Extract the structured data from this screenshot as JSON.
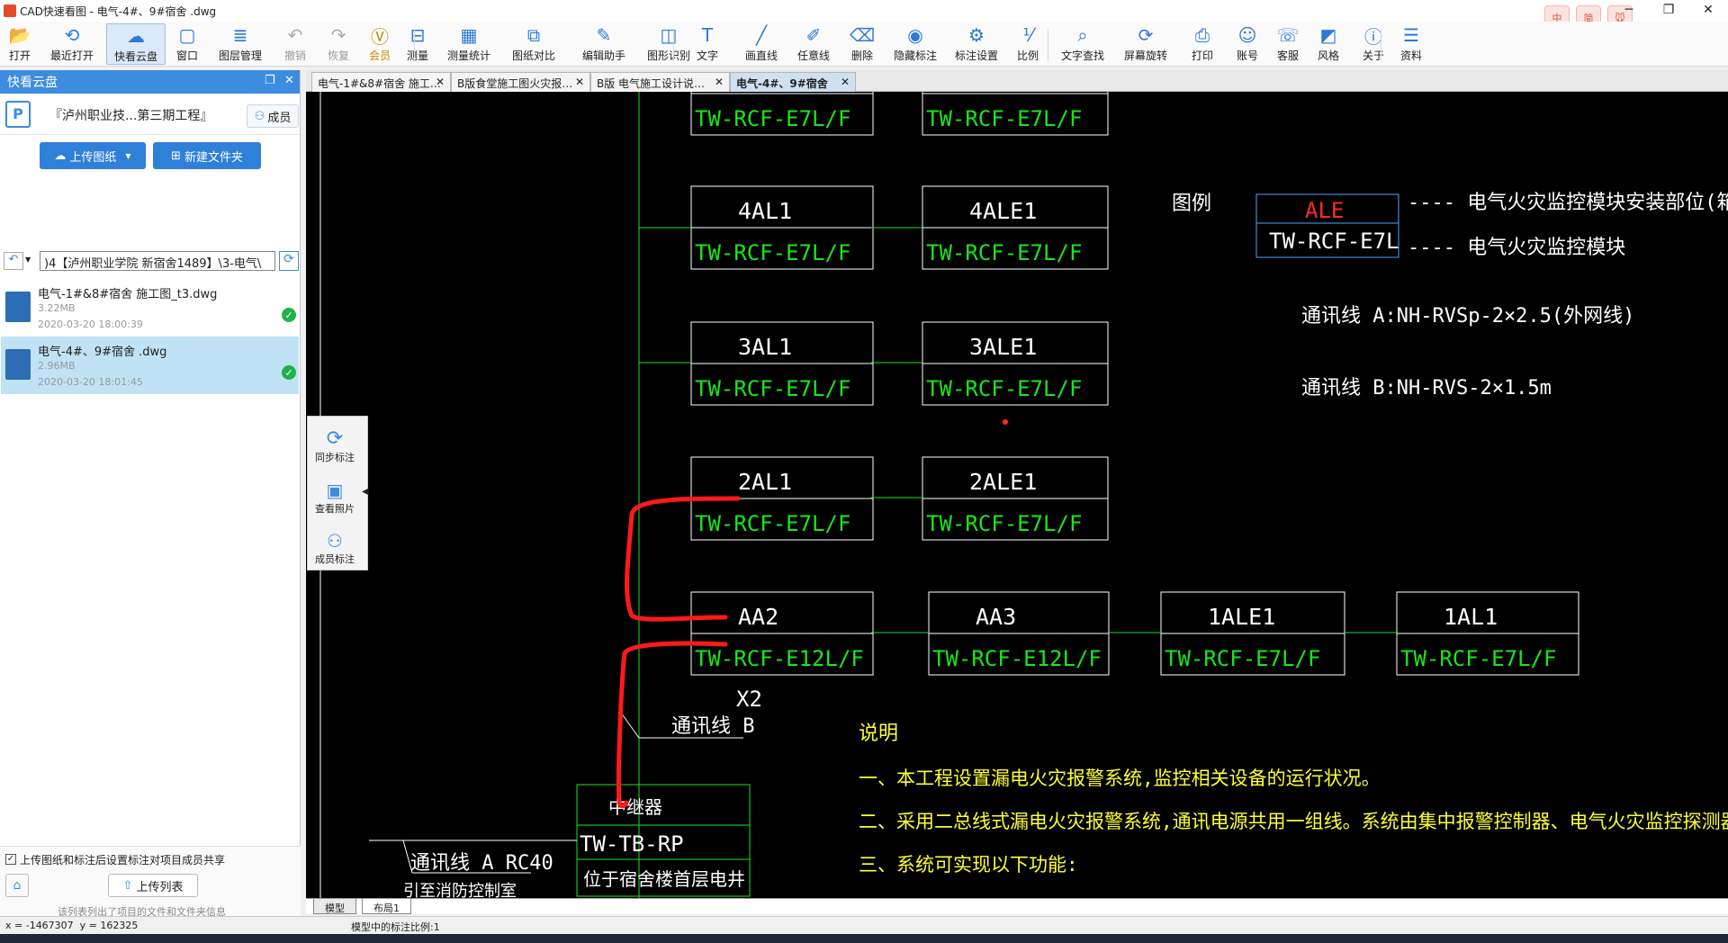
{
  "window": {
    "title": "CAD快速看图 - 电气-4#、9#宿舍 .dwg"
  },
  "badges": [
    "中",
    "简",
    "🐭"
  ],
  "toolbar": {
    "items": [
      {
        "label": "打开",
        "icon": "folder-open-icon"
      },
      {
        "label": "最近打开",
        "icon": "history-icon"
      },
      {
        "label": "快看云盘",
        "icon": "cloud-icon"
      },
      {
        "label": "窗口",
        "icon": "window-icon"
      },
      {
        "label": "图层管理",
        "icon": "layers-icon"
      },
      {
        "label": "撤销",
        "icon": "undo-icon"
      },
      {
        "label": "恢复",
        "icon": "redo-icon"
      },
      {
        "label": "会员",
        "icon": "vip-icon"
      },
      {
        "label": "测量",
        "icon": "measure-icon"
      },
      {
        "label": "测量统计",
        "icon": "measure-stats-icon"
      },
      {
        "label": "图纸对比",
        "icon": "compare-icon"
      },
      {
        "label": "编辑助手",
        "icon": "edit-assistant-icon"
      },
      {
        "label": "图形识别",
        "icon": "shape-recognition-icon"
      },
      {
        "label": "文字",
        "icon": "text-icon"
      },
      {
        "label": "画直线",
        "icon": "line-icon"
      },
      {
        "label": "任意线",
        "icon": "freehand-icon"
      },
      {
        "label": "删除",
        "icon": "eraser-icon"
      },
      {
        "label": "隐藏标注",
        "icon": "hide-annotation-icon"
      },
      {
        "label": "标注设置",
        "icon": "annotation-settings-icon"
      },
      {
        "label": "比例",
        "icon": "scale-icon"
      },
      {
        "label": "文字查找",
        "icon": "text-search-icon"
      },
      {
        "label": "屏幕旋转",
        "icon": "rotate-screen-icon"
      },
      {
        "label": "打印",
        "icon": "print-icon"
      },
      {
        "label": "账号",
        "icon": "account-icon"
      },
      {
        "label": "客服",
        "icon": "headset-icon"
      },
      {
        "label": "风格",
        "icon": "style-icon"
      },
      {
        "label": "关于",
        "icon": "info-icon"
      },
      {
        "label": "资料",
        "icon": "docs-icon"
      }
    ]
  },
  "sidebar": {
    "title": "快看云盘",
    "project_name": "『泸州职业技...第三期工程』",
    "members_label": "成员",
    "upload_label": "上传图纸",
    "new_folder_label": "新建文件夹",
    "path": ")4【泸州职业学院 新宿舍1489】\\3-电气\\",
    "files": [
      {
        "name": "电气-1#&8#宿舍 施工图_t3.dwg",
        "size": "3.22MB",
        "date": "2020-03-20 18:00:39"
      },
      {
        "name": "电气-4#、9#宿舍 .dwg",
        "size": "2.96MB",
        "date": "2020-03-20 18:01:45"
      }
    ],
    "share_checkbox_label": "上传图纸和标注后设置标注对项目成员共享",
    "upload_list_label": "上传列表",
    "footer_text": "该列表列出了项目的文件和文件夹信息"
  },
  "tabs": [
    {
      "label": "电气-1#&8#宿舍 施工…"
    },
    {
      "label": "B版食堂施工图火灾报…"
    },
    {
      "label": "B版 电气施工设计说…"
    },
    {
      "label": "电气-4#、9#宿舍"
    }
  ],
  "float_panel": [
    {
      "label": "同步标注",
      "icon": "sync-icon"
    },
    {
      "label": "查看照片",
      "icon": "photo-icon"
    },
    {
      "label": "成员标注",
      "icon": "members-icon"
    }
  ],
  "layout_tabs": [
    "模型",
    "布局1"
  ],
  "status": {
    "coords": "x = -1467307  y = 162325",
    "scale_text": "模型中的标注比例:1"
  },
  "drawing": {
    "boxes": [
      {
        "name": "",
        "model": "TW-RCF-E7L/F"
      },
      {
        "name": "",
        "model": "TW-RCF-E7L/F"
      },
      {
        "name": "4AL1",
        "model": "TW-RCF-E7L/F"
      },
      {
        "name": "4ALE1",
        "model": "TW-RCF-E7L/F"
      },
      {
        "name": "3AL1",
        "model": "TW-RCF-E7L/F"
      },
      {
        "name": "3ALE1",
        "model": "TW-RCF-E7L/F"
      },
      {
        "name": "2AL1",
        "model": "TW-RCF-E7L/F"
      },
      {
        "name": "2ALE1",
        "model": "TW-RCF-E7L/F"
      },
      {
        "name": "AA2",
        "model": "TW-RCF-E12L/F"
      },
      {
        "name": "AA3",
        "model": "TW-RCF-E12L/F"
      },
      {
        "name": "1ALE1",
        "model": "TW-RCF-E7L/F"
      },
      {
        "name": "1AL1",
        "model": "TW-RCF-E7L/F"
      }
    ],
    "x2": "X2",
    "legend": {
      "title": "图例",
      "ale": "ALE",
      "model": "TW-RCF-E7L",
      "desc1": "---- 电气火灾监控模块安装部位(箱柜代号)",
      "desc2": "---- 电气火灾监控模块"
    },
    "line_a": "通讯线 A:NH-RVSp-2×2.5(外网线)",
    "line_b": "通讯线 B:NH-RVS-2×1.5m",
    "comm_b": "通讯线 B",
    "repeater": {
      "title": "中继器",
      "model": "TW-TB-RP",
      "location": "位于宿舍楼首层电井"
    },
    "comm_a": "通讯线 A  RC40",
    "comm_a2": "引至消防控制室",
    "notes_title": "说明",
    "notes": [
      "一、本工程设置漏电火灾报警系统,监控相关设备的运行状况。",
      "二、采用二总线式漏电火灾报警系统,通讯电源共用一组线。系统由集中报警控制器、电气火灾监控探测器、剩余电流探测器等组成",
      "三、系统可实现以下功能:"
    ]
  },
  "colors": {
    "accent": "#3c8ce0",
    "cad_green": "#19e619",
    "cad_yellow": "#ffff33",
    "markup_red": "#ff1a1a"
  }
}
